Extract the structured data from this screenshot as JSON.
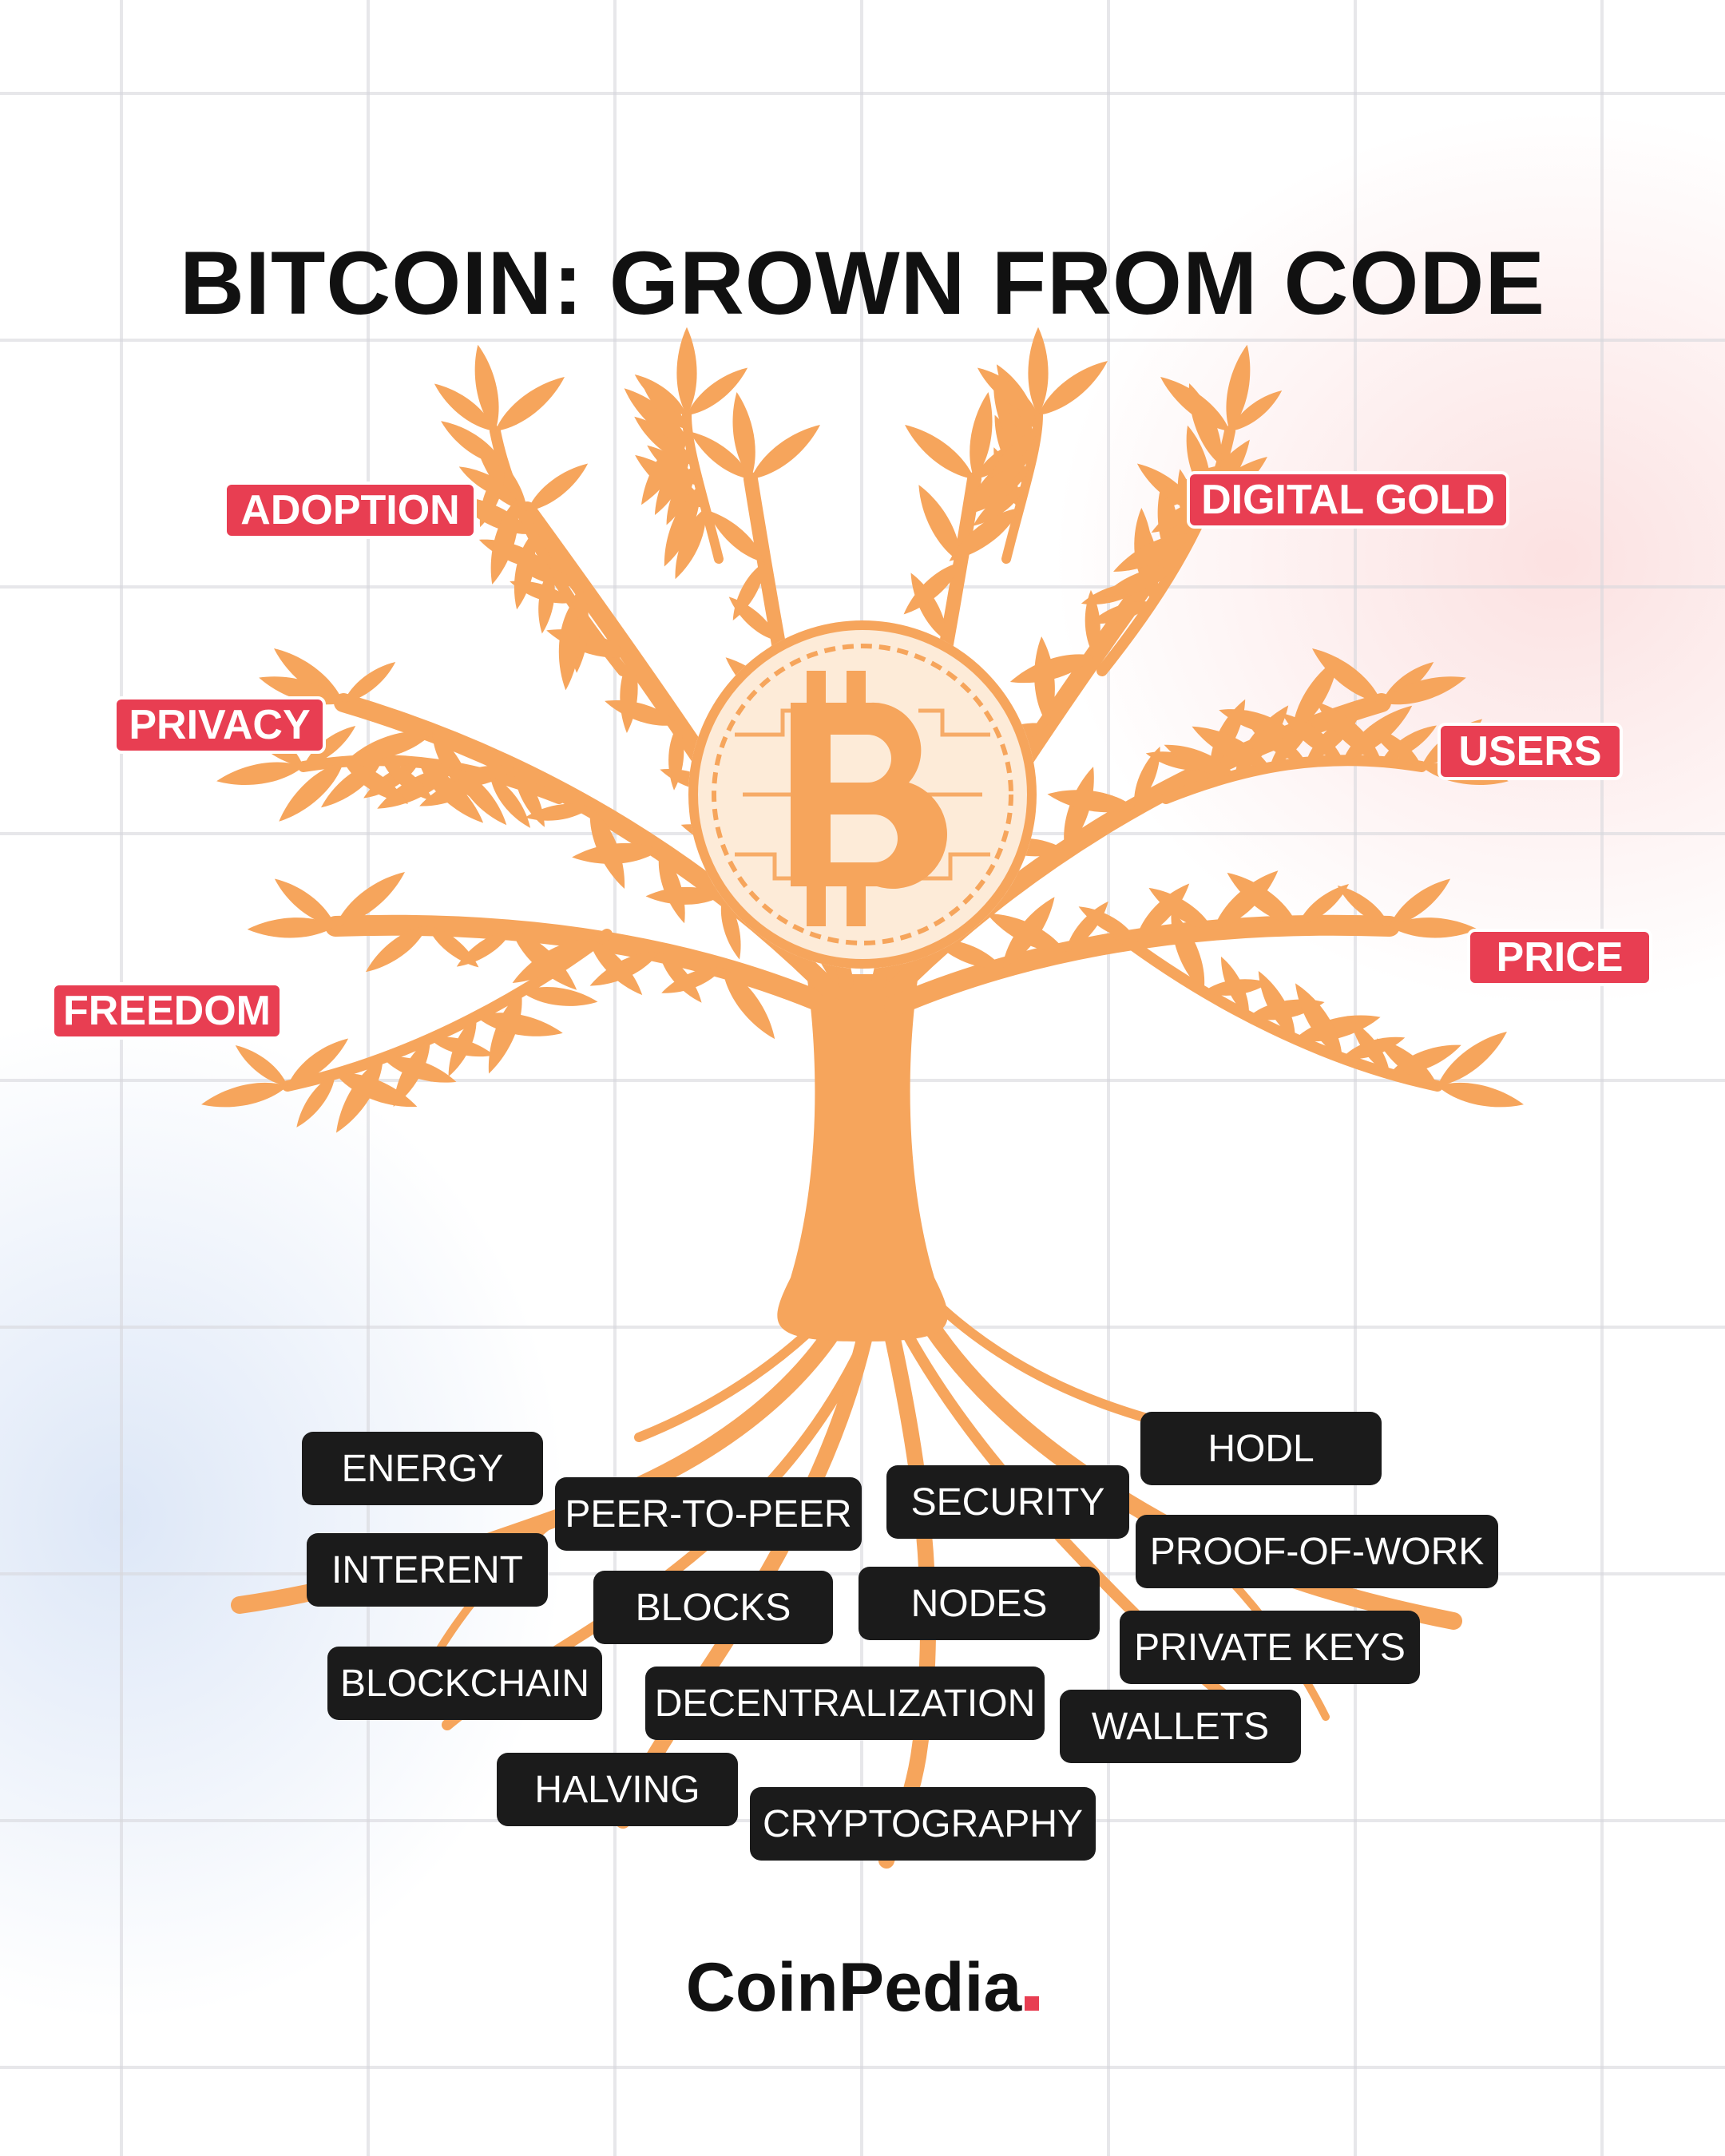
{
  "title": "BITCOIN: GROWN FROM CODE",
  "colors": {
    "tree": "#f6a55c",
    "tag_top": "#e83e52",
    "tag_root": "#1b1b1b",
    "text": "#111111"
  },
  "icons": {
    "coin": "bitcoin-icon"
  },
  "top_tags": {
    "adoption": "ADOPTION",
    "digital_gold": "DIGITAL GOLD",
    "privacy": "PRIVACY",
    "users": "USERS",
    "freedom": "FREEDOM",
    "price": "PRICE"
  },
  "root_tags": {
    "energy": "ENERGY",
    "hodl": "HODL",
    "peer_to_peer": "PEER-TO-PEER",
    "security": "SECURITY",
    "interent": "INTERENT",
    "proof_of_work": "PROOF-OF-WORK",
    "blocks": "BLOCKS",
    "nodes": "NODES",
    "private_keys": "PRIVATE KEYS",
    "blockchain": "BLOCKCHAIN",
    "decentralization": "DECENTRALIZATION",
    "wallets": "WALLETS",
    "halving": "HALVING",
    "cryptography": "CRYPTOGRAPHY"
  },
  "brand": {
    "logo_text": "CoinPedia"
  }
}
